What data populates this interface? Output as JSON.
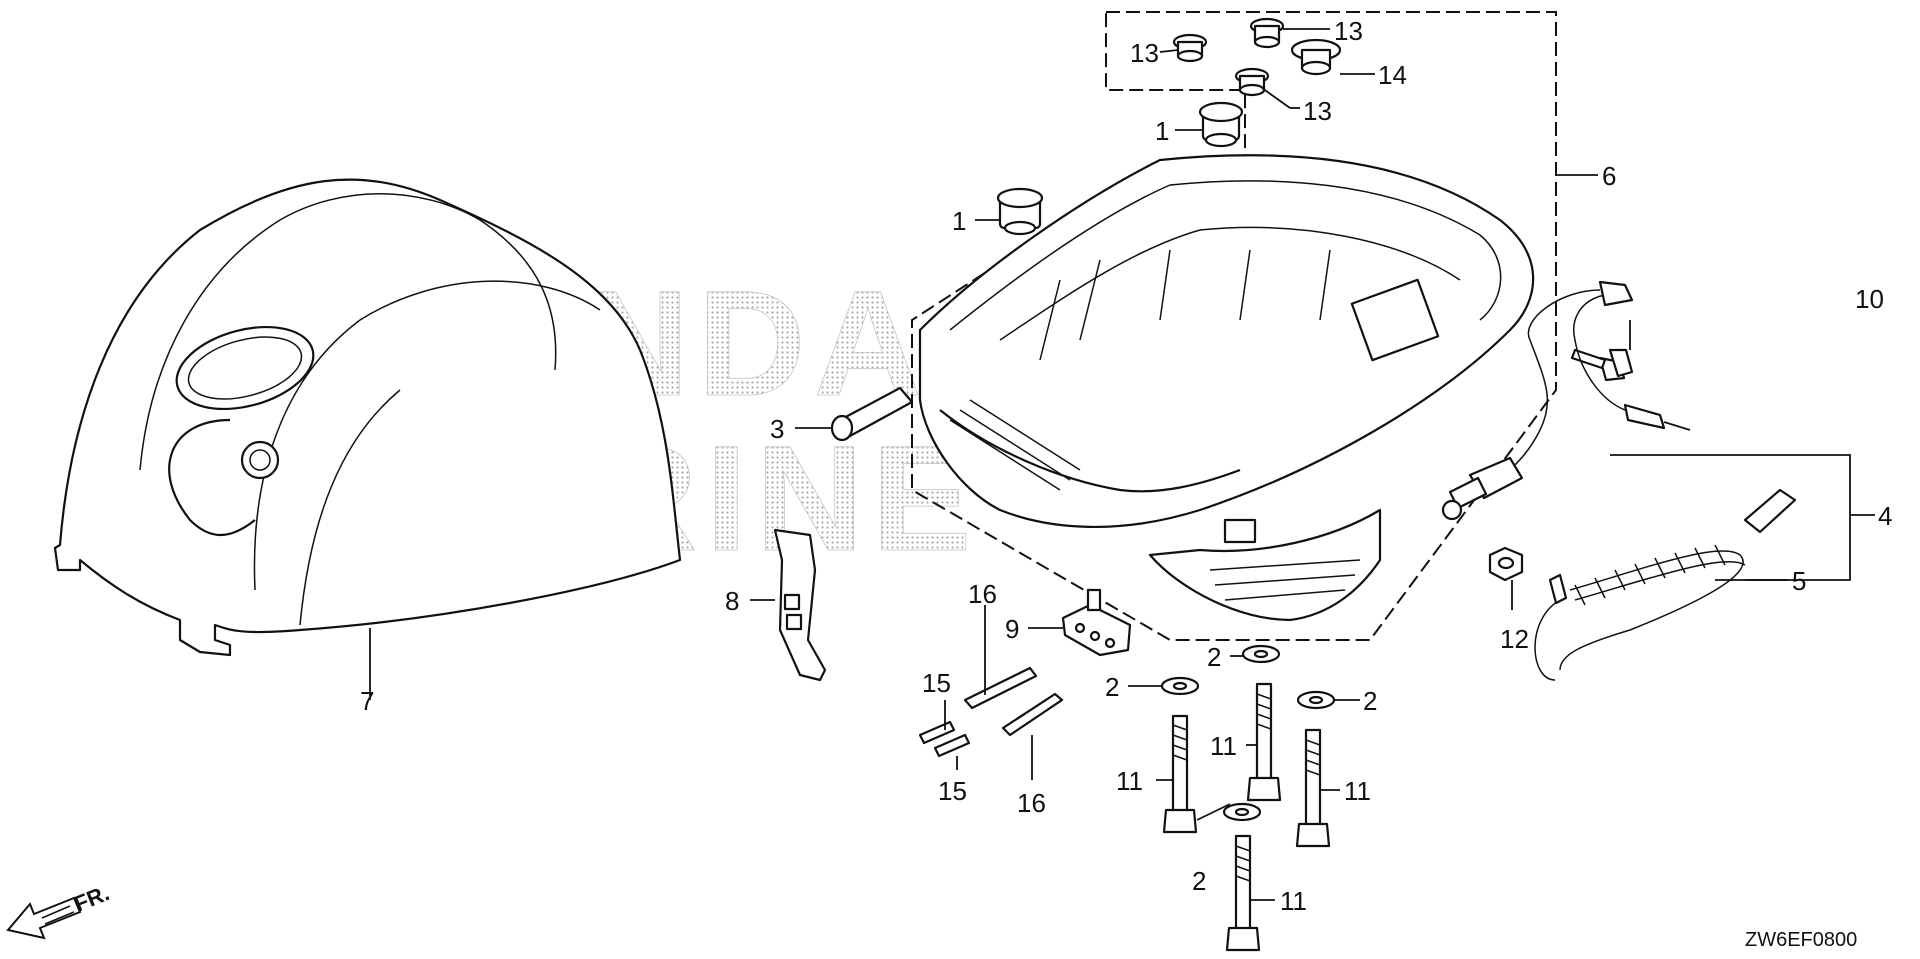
{
  "diagram_code": "ZW6EF0800",
  "direction_label": "FR.",
  "watermark": {
    "line1": "HONDA",
    "line2": "MARINE"
  },
  "callouts": {
    "c1a": "1",
    "c1b": "1",
    "c2a": "2",
    "c2b": "2",
    "c2c": "2",
    "c2d": "2",
    "c3": "3",
    "c4": "4",
    "c5": "5",
    "c6": "6",
    "c7": "7",
    "c8": "8",
    "c9": "9",
    "c10": "10",
    "c11a": "11",
    "c11b": "11",
    "c11c": "11",
    "c11d": "11",
    "c12": "12",
    "c13a": "13",
    "c13b": "13",
    "c13c": "13",
    "c14": "14",
    "c15a": "15",
    "c15b": "15",
    "c16a": "16",
    "c16b": "16"
  }
}
